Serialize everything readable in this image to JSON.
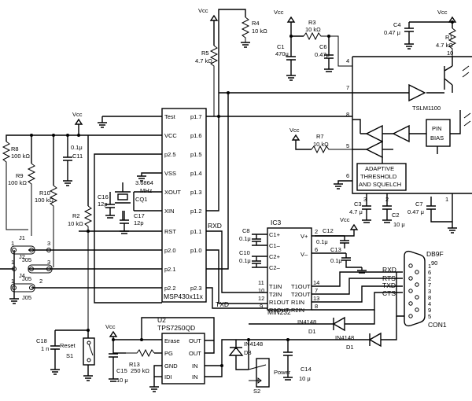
{
  "supply": "Vcc",
  "u1": {
    "part": "MSP430x11x",
    "left_pins": [
      "Test",
      "VCC",
      "p2.5",
      "VSS",
      "XOUT",
      "XIN",
      "RST",
      "p2.0",
      "p2.1",
      "p2.2"
    ],
    "right_pins": [
      "p1.7",
      "p1.6",
      "p1.5",
      "p1.4",
      "p1.3",
      "p1.2",
      "p1.1",
      "p1.0",
      "",
      "p2.3"
    ]
  },
  "ic3": {
    "ref": "IC3",
    "part": "MIN232",
    "left_pins": [
      "C1+",
      "C1–",
      "C2+",
      "C2–",
      "T1IN",
      "T2IN",
      "R1OUT",
      "R2OUT"
    ],
    "right_pins": [
      "V+",
      "V–",
      "T1OUT",
      "T2OUT",
      "R1IN",
      "R2IN"
    ],
    "left_nums": [
      "11",
      "10",
      "12",
      "9"
    ],
    "right_nums": [
      "2",
      "6",
      "14",
      "7",
      "13",
      "8"
    ]
  },
  "u2": {
    "ref": "U2",
    "part": "TPS7250QD",
    "left_pins": [
      "Erase",
      "PG",
      "GND",
      "IDI"
    ],
    "right_pins": [
      "OUT",
      "OUT",
      "IN",
      "IN"
    ]
  },
  "sensor": {
    "label1": "ADAPTIVE",
    "label2": "THRESHOLD",
    "label3": "AND SQUELCH",
    "pin_bias1": "PIN",
    "pin_bias2": "BIAS",
    "part": "TSLM1100",
    "pins": [
      "4",
      "7",
      "8",
      "5",
      "6",
      "3",
      "2",
      "1",
      "10"
    ]
  },
  "connector": {
    "ref": "DB9F",
    "gender": "90",
    "name": "CON1",
    "signals": [
      "RXD",
      "RTS",
      "TXD",
      "CTS"
    ],
    "pins": [
      "1",
      "6",
      "2",
      "7",
      "3",
      "8",
      "4",
      "9",
      "5"
    ]
  },
  "components": {
    "R1": [
      "R1",
      "4.7 kΩ"
    ],
    "R2": [
      "R2",
      "10 kΩ"
    ],
    "R3": [
      "R3",
      "10 kΩ"
    ],
    "R4": [
      "R4",
      "10 kΩ"
    ],
    "R5": [
      "R5",
      "4.7 kΩ"
    ],
    "R7": [
      "R7",
      "10 kΩ"
    ],
    "R8": [
      "R8",
      "100 kΩ"
    ],
    "R9": [
      "R9",
      "100 kΩ"
    ],
    "R10": [
      "R10",
      "100 kΩ"
    ],
    "R13": [
      "R13",
      "250 kΩ"
    ],
    "C1": [
      "C1",
      "470μ"
    ],
    "C2": [
      "C2",
      "10 μ"
    ],
    "C3": [
      "C3",
      "4.7 μ"
    ],
    "C4": [
      "C4",
      "0.47 μ"
    ],
    "C6": [
      "C6",
      "0.47μ"
    ],
    "C7": [
      "C7",
      "0.47 μ"
    ],
    "C8": [
      "C8",
      "0.1μ"
    ],
    "C10": [
      "C10",
      "0.1μ"
    ],
    "C11": [
      "0.1μ",
      "C11"
    ],
    "C12": [
      "C12",
      "0.1μ"
    ],
    "C13": [
      "C13",
      "0.1μ"
    ],
    "C14": [
      "C14",
      "10 μ"
    ],
    "C15": [
      "C15",
      "10 μ"
    ],
    "C16": [
      "C16",
      "12p"
    ],
    "C17": [
      "C17",
      "12p"
    ],
    "C18": [
      "C18",
      "1 n"
    ],
    "CQ1": [
      "3.6864",
      "MHz",
      "CQ1"
    ],
    "D1a": [
      "IN4148",
      "D1"
    ],
    "D1b": [
      "IN4148",
      "D1"
    ],
    "D3": [
      "IN4148",
      "D3"
    ],
    "S1": [
      "Reset",
      "S1"
    ],
    "S2": [
      "Power",
      "S2"
    ]
  },
  "jumpers": {
    "J1": "J1",
    "J2": "J2",
    "J4": "J4",
    "jumper_part": "J05",
    "pins": [
      "1",
      "2",
      "3"
    ]
  },
  "nets": {
    "rxd": "RXD",
    "txd": "TXD"
  }
}
